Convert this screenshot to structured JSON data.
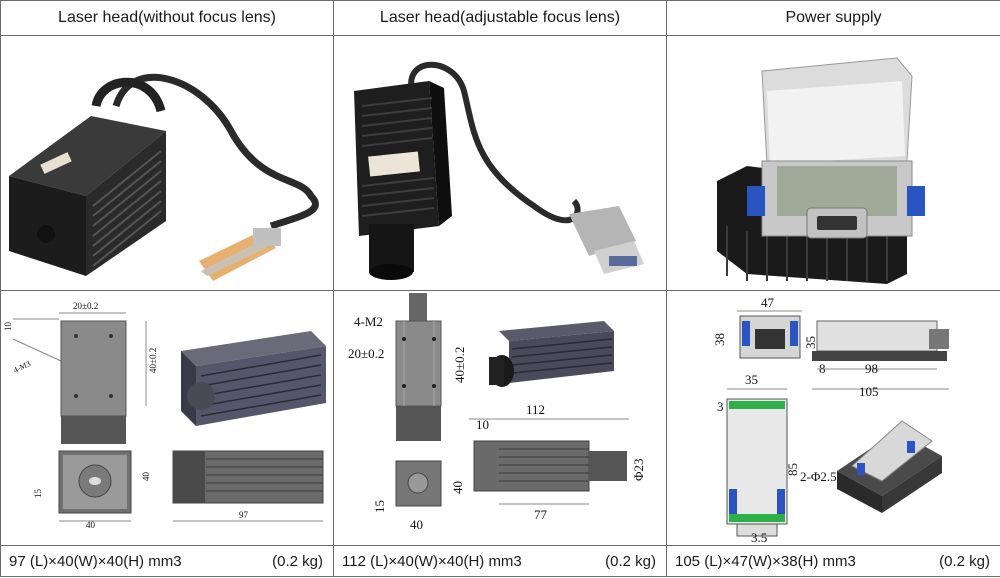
{
  "columns": [
    {
      "header": "Laser head(without focus lens)",
      "size": "97 (L)×40(W)×40(H) mm3",
      "weight": "(0.2 kg)",
      "drawing": {
        "width": "20±0.2",
        "height": "40±0.2",
        "top": "10",
        "hole": "4-M3",
        "side_h": "40",
        "bottom_h": "15",
        "bottom_w": "40",
        "length": "97"
      }
    },
    {
      "header": "Laser head(adjustable focus lens)",
      "size": "112 (L)×40(W)×40(H) mm3",
      "weight": "(0.2 kg)",
      "drawing": {
        "hole": "4-M2",
        "spacing": "20±0.2",
        "height": "40±0.2",
        "total": "112",
        "lens": "10",
        "dia": "Φ23",
        "bottom_h": "15",
        "bottom_v": "40",
        "bottom_w": "40",
        "body": "77"
      }
    },
    {
      "header": "Power supply",
      "size": "105 (L)×47(W)×38(H) mm3",
      "weight": "(0.2 kg)",
      "drawing": {
        "w47": "47",
        "h38": "38",
        "h35": "35",
        "d8": "8",
        "l98": "98",
        "l105": "105",
        "w35": "35",
        "t3": "3",
        "h85": "85",
        "hole": "2-Φ2.5",
        "b35": "3.5"
      }
    }
  ]
}
